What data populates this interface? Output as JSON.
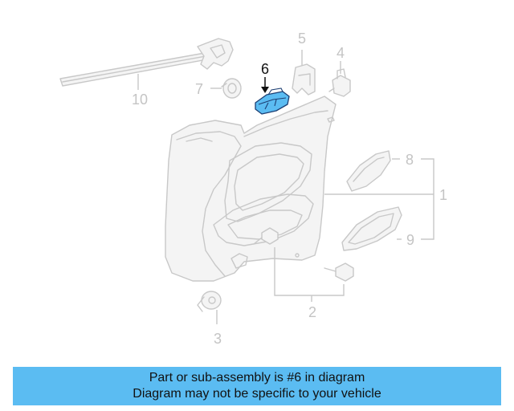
{
  "diagram": {
    "highlight_color": "#5bbcf2",
    "callouts": {
      "c1": "1",
      "c2": "2",
      "c3": "3",
      "c4": "4",
      "c5": "5",
      "c6": "6",
      "c7": "7",
      "c8": "8",
      "c9": "9",
      "c10": "10"
    }
  },
  "banner": {
    "line1": "Part or sub-assembly is #6 in diagram",
    "line2": "Diagram may not be specific to your vehicle",
    "color": "#5bbcf2"
  }
}
